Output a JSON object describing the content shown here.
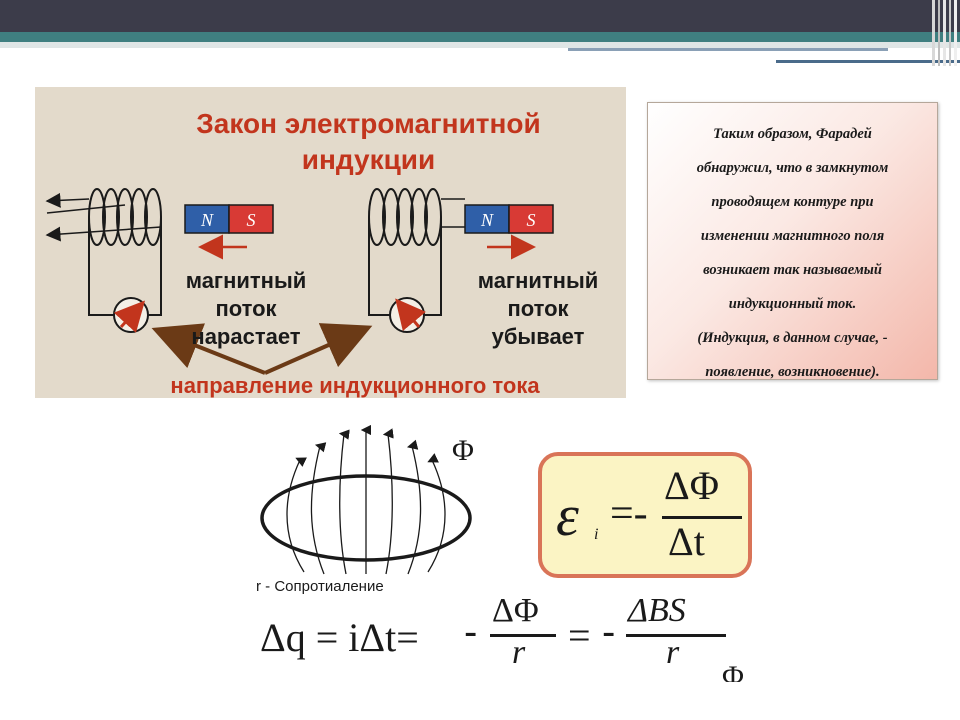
{
  "colors": {
    "title_red": "#c2351d",
    "panel_bg": "#e3dacb",
    "box_border": "#d97458",
    "box_fill": "#fbf4c4",
    "magnet_blue": "#2f5fa8",
    "magnet_red": "#d83a35"
  },
  "diagram": {
    "title_line1": "Закон электромагнитной",
    "title_line2": "индукции",
    "left_magnet_n": "N",
    "left_magnet_s": "S",
    "right_magnet_n": "N",
    "right_magnet_s": "S",
    "left_label": [
      "магнитный",
      "поток",
      "нарастает"
    ],
    "right_label": [
      "магнитный",
      "поток",
      "убывает"
    ],
    "caption": "направление индукционного тока"
  },
  "text_box": {
    "lines": [
      "Таким образом, Фарадей",
      "обнаружил, что в замкнутом",
      "проводящем контуре при",
      "изменении магнитного поля",
      "возникает так называемый",
      "индукционный ток.",
      "(Индукция, в данном случае, -",
      "появление, возникновение)."
    ]
  },
  "formulas": {
    "phi_symbol": "Φ",
    "emf_lhs": "ε",
    "emf_sub": "i",
    "emf_eq": "=-",
    "delta_phi": "ΔΦ",
    "delta_t": "Δt",
    "legend_r": "r - Сопротиаление",
    "charge_lhs": "Δq = iΔt=",
    "minus1": "-",
    "frac1_num": "ΔΦ",
    "frac1_den": "r",
    "eq2": "=",
    "minus2": "-",
    "frac2_num": "ΔBS",
    "frac2_den": "r",
    "trailing_phi": "Φ"
  }
}
